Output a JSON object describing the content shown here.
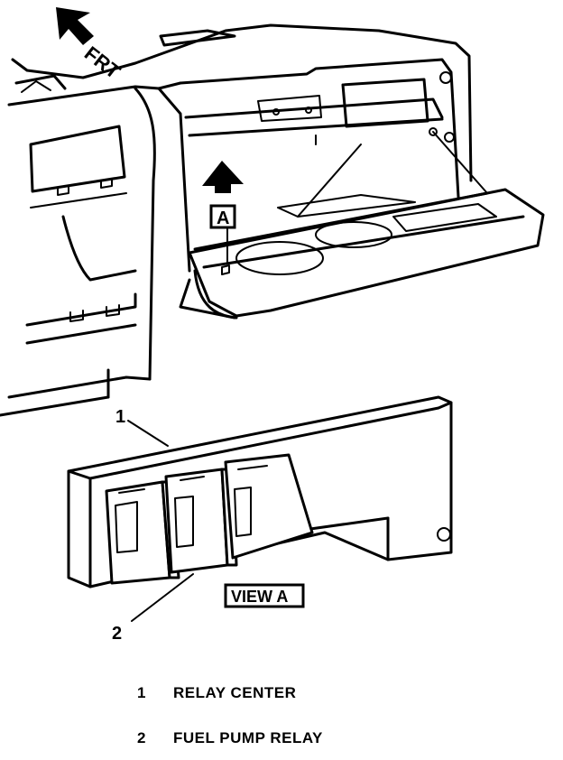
{
  "direction_label": "FRT",
  "detail_marker": "A",
  "view_label": "VIEW A",
  "callouts": [
    {
      "number": "1"
    },
    {
      "number": "2"
    }
  ],
  "legend": [
    {
      "number": "1",
      "text": "RELAY CENTER"
    },
    {
      "number": "2",
      "text": "FUEL PUMP RELAY"
    }
  ],
  "colors": {
    "line": "#000000",
    "background": "#ffffff"
  }
}
